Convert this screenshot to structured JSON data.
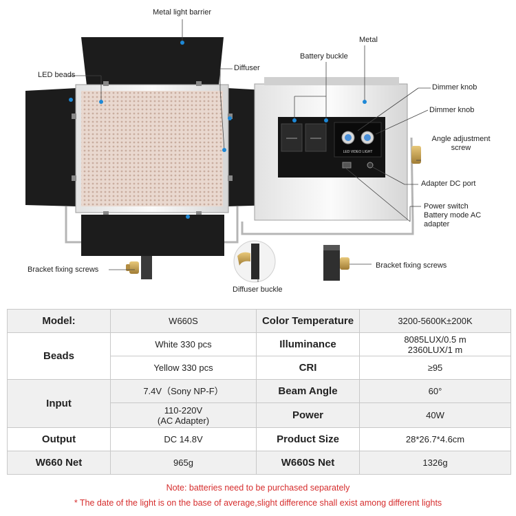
{
  "callouts": {
    "metal_light_barrier": "Metal light barrier",
    "metal": "Metal",
    "battery_buckle": "Battery buckle",
    "led_beads": "LED beads",
    "diffuser": "Diffuser",
    "dimmer_knob_1": "Dimmer knob",
    "dimmer_knob_2": "Dimmer knob",
    "angle_adjustment_screw": "Angle adjustment screw",
    "adapter_dc_port": "Adapter DC port",
    "power_switch": "Power switch Battery mode AC adapter",
    "bracket_fixing_screws_left": "Bracket fixing screws",
    "bracket_fixing_screws_right": "Bracket fixing screws",
    "diffuser_buckle": "Diffuser buckle"
  },
  "device": {
    "panel_label": "LED VIDEO LIGHT"
  },
  "spec": {
    "model_label": "Model:",
    "model_value": "W660S",
    "color_temp_label": "Color Temperature",
    "color_temp_value": "3200-5600K±200K",
    "beads_label": "Beads",
    "beads_white": "White 330 pcs",
    "illuminance_label": "Illuminance",
    "illuminance_value_1": "8085LUX/0.5 m",
    "illuminance_value_2": "2360LUX/1 m",
    "beads_yellow": "Yellow 330 pcs",
    "cri_label": "CRI",
    "cri_value": "≥95",
    "input_label": "Input",
    "input_value_1": "7.4V（Sony NP-F）",
    "beam_angle_label": "Beam Angle",
    "beam_angle_value": "60°",
    "input_value_2a": "110-220V",
    "input_value_2b": "(AC Adapter)",
    "power_label": "Power",
    "power_value": "40W",
    "output_label": "Output",
    "output_value": "DC 14.8V",
    "product_size_label": "Product Size",
    "product_size_value": "28*26.7*4.6cm",
    "w660_net_label": "W660 Net",
    "w660_net_value": "965g",
    "w660s_net_label": "W660S Net",
    "w660s_net_value": "1326g"
  },
  "notes": {
    "note_1": "Note: batteries need to be purchased separately",
    "note_2": "* The date of the light is on the base of average,slight difference shall exist among different lights"
  },
  "colors": {
    "note_red": "#d62d2d",
    "callout_dot": "#1e88d6",
    "barrier": "#1c1c1c"
  }
}
